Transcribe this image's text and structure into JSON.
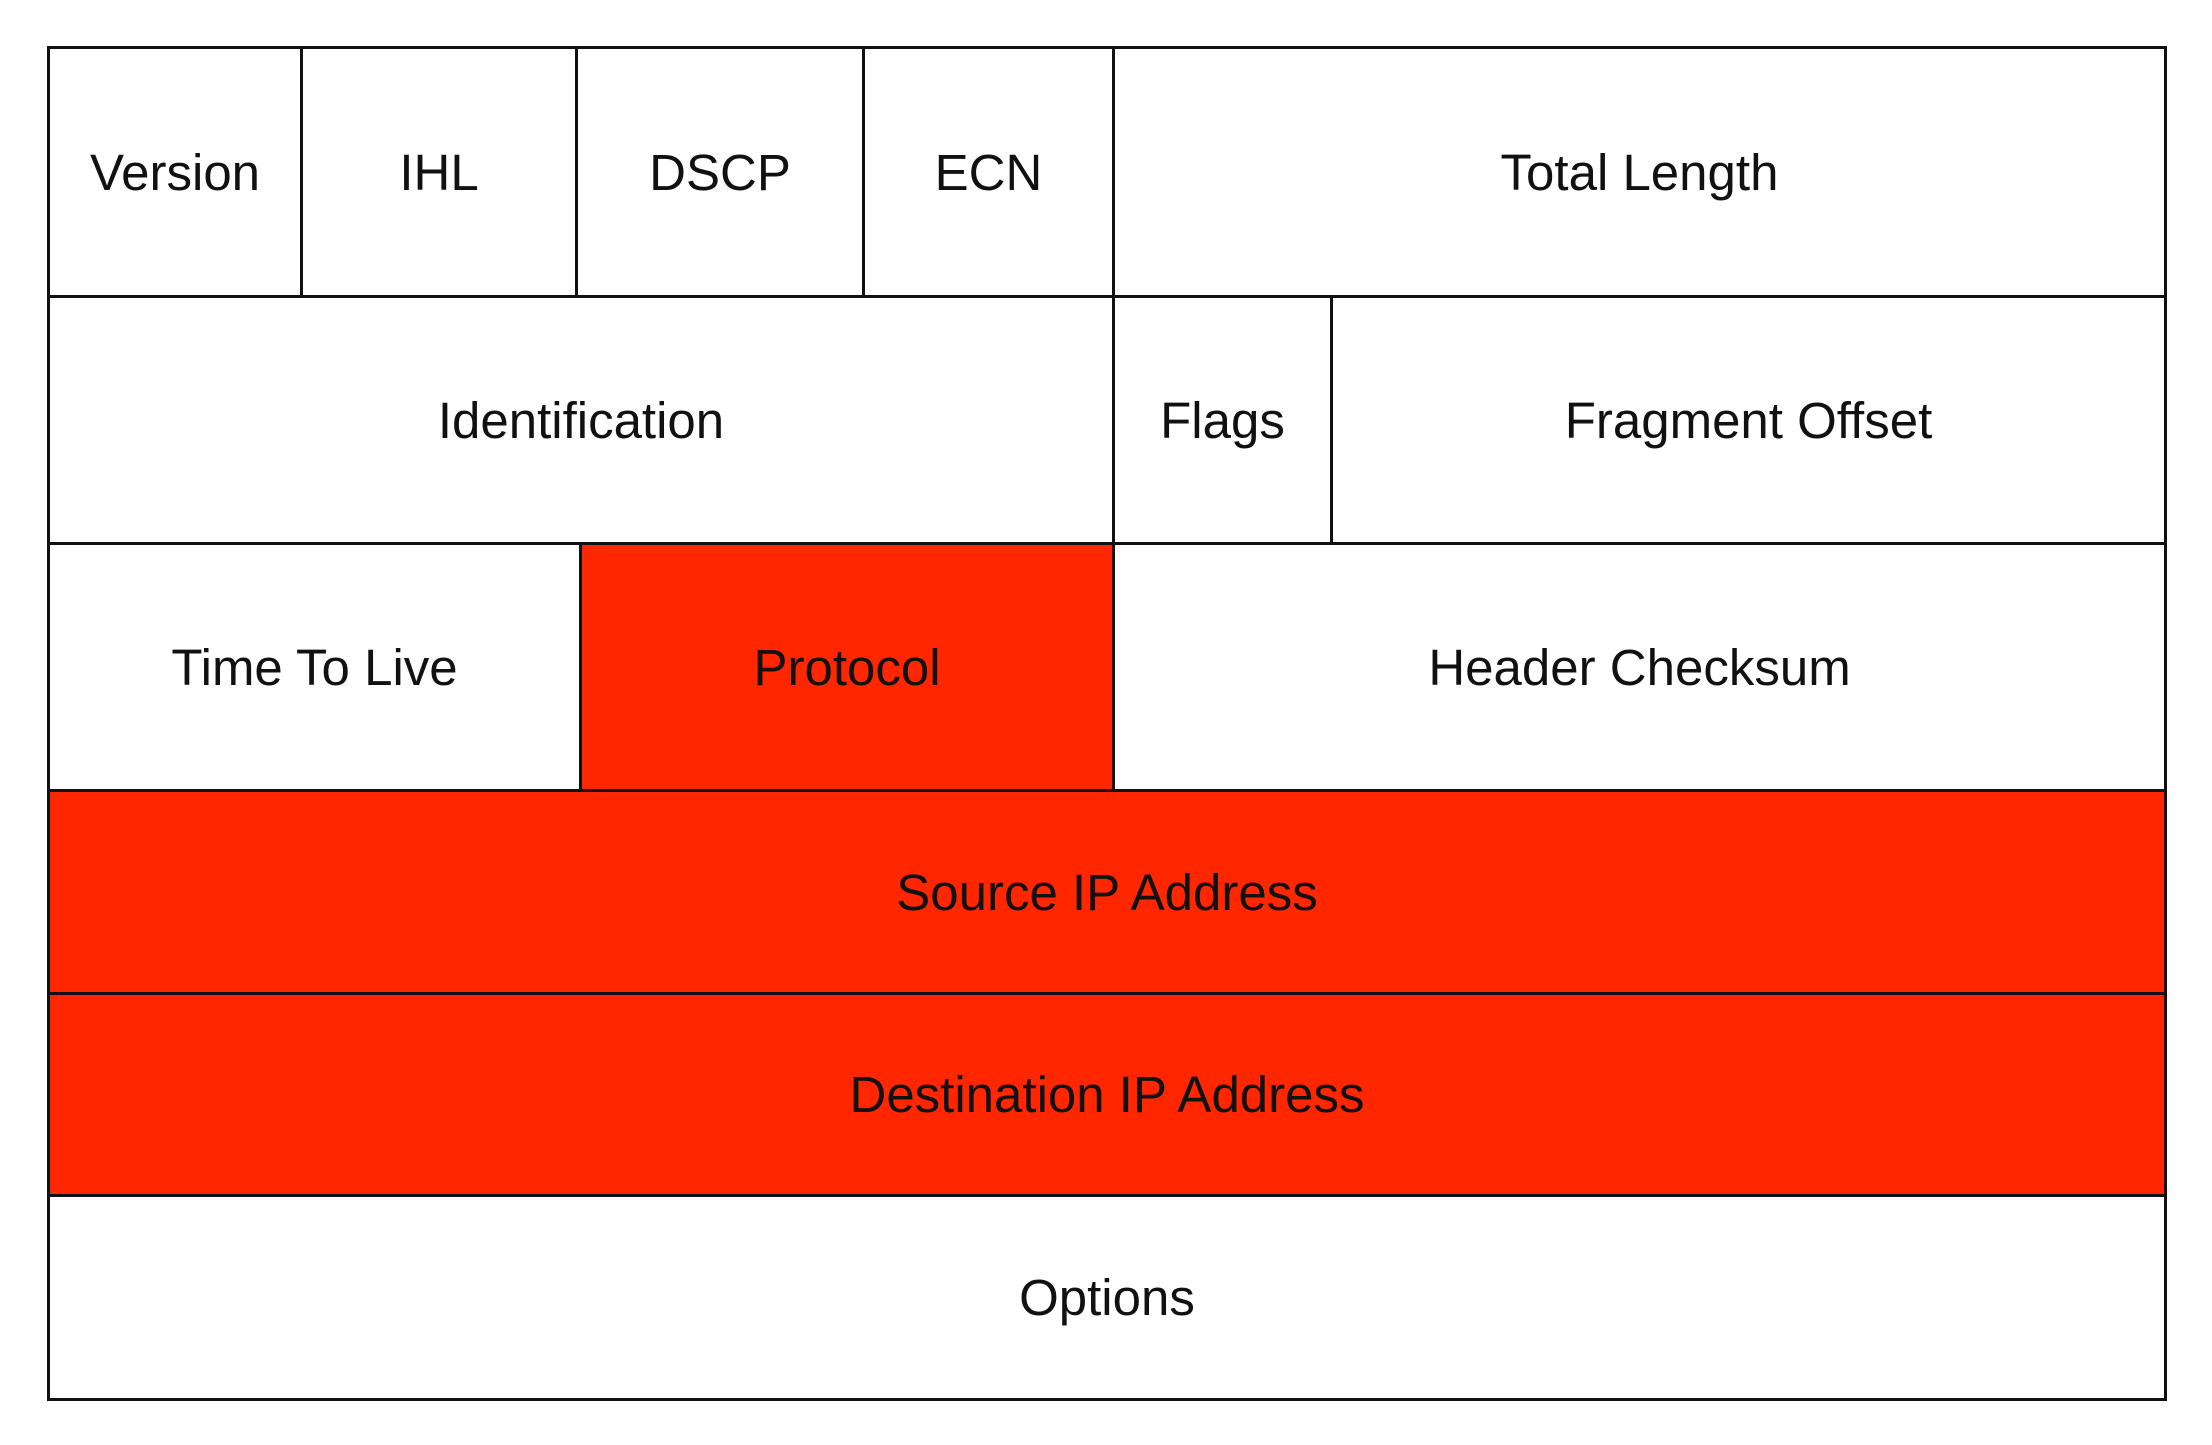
{
  "colors": {
    "highlight": "#ff2600",
    "default_fill": "#ffffff",
    "border": "#111111"
  },
  "rows": {
    "row1": {
      "version": "Version",
      "ihl": "IHL",
      "dscp": "DSCP",
      "ecn": "ECN",
      "total_length": "Total Length"
    },
    "row2": {
      "identification": "Identification",
      "flags": "Flags",
      "fragment_offset": "Fragment Offset"
    },
    "row3": {
      "time_to_live": "Time To Live",
      "protocol": "Protocol",
      "header_checksum": "Header Checksum"
    },
    "row4": {
      "source_ip_address": "Source IP Address"
    },
    "row5": {
      "destination_ip_address": "Destination IP Address"
    },
    "row6": {
      "options": "Options"
    }
  },
  "highlighted_fields": [
    "Protocol",
    "Source IP Address",
    "Destination IP Address"
  ]
}
